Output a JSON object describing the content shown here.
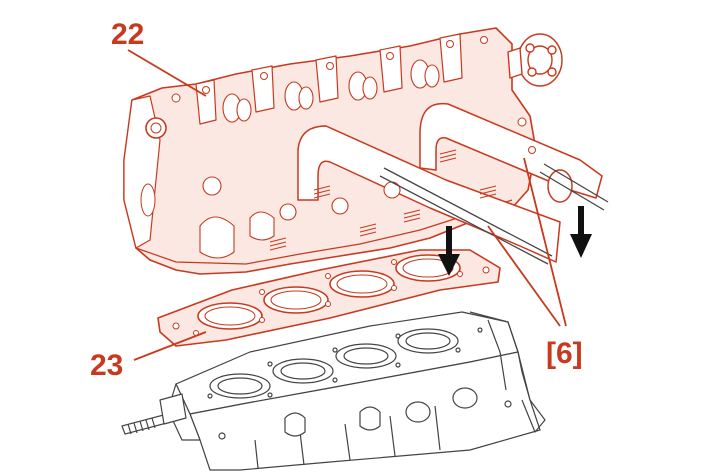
{
  "diagram": {
    "callouts": {
      "cylinder_head": "22",
      "head_gasket": "23",
      "guide_pins": "[6]"
    },
    "colors": {
      "highlight": "#c8391e",
      "highlight_fill": "#fbe8e2",
      "line": "#444444",
      "arrow": "#111111",
      "background": "#ffffff"
    }
  }
}
